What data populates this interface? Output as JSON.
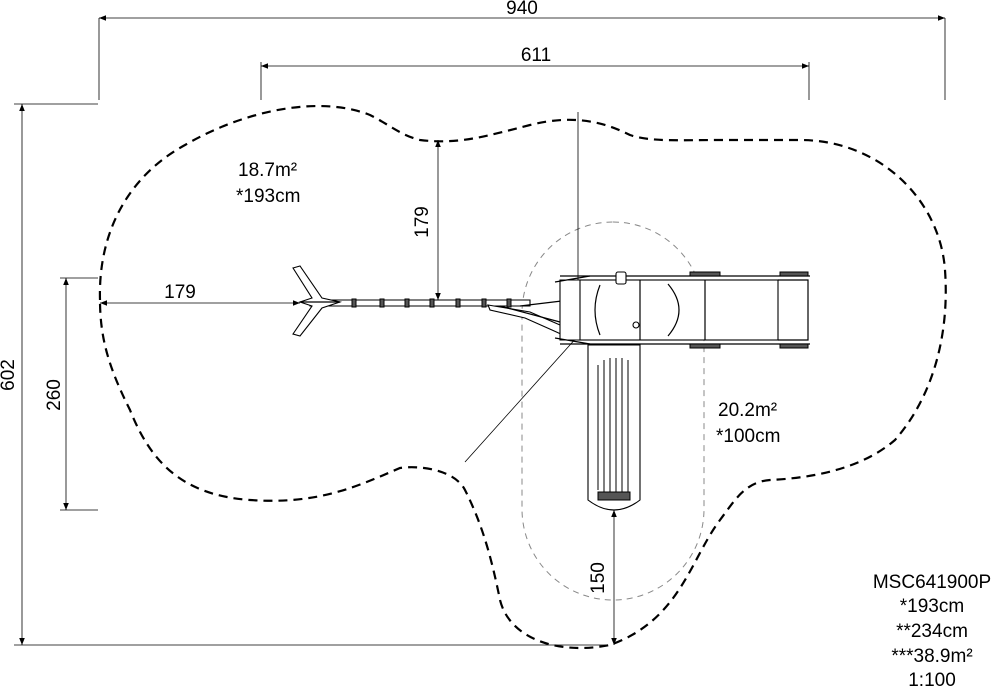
{
  "dimensions": {
    "total_width": "940",
    "inner_width": "611",
    "total_height": "602",
    "left_height": "260",
    "top_depth": "179",
    "left_depth": "179",
    "bottom_depth": "150"
  },
  "areas": {
    "swing_zone_area": "18.7m²",
    "swing_zone_fall": "*193cm",
    "slide_zone_area": "20.2m²",
    "slide_zone_fall": "*100cm"
  },
  "info_block": {
    "model": "MSC641900P",
    "fall_height": "*193cm",
    "free_height": "**234cm",
    "total_area": "***38.9m²",
    "scale": "1:100"
  }
}
